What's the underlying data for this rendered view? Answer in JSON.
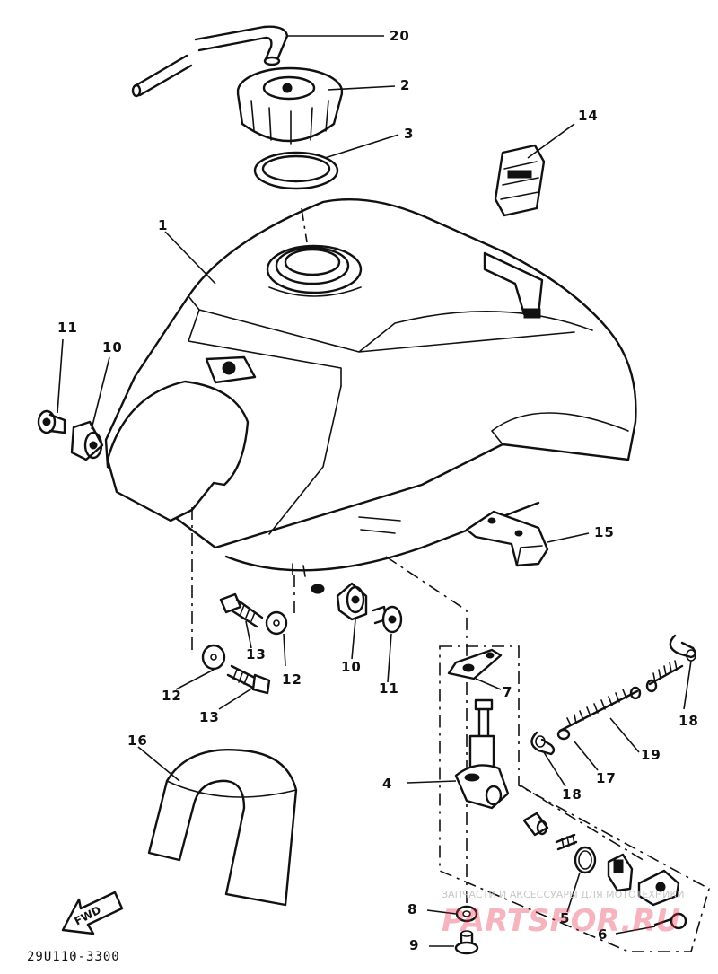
{
  "diagram": {
    "code": "29U110-3300",
    "fwd_label": "FWD",
    "watermark_text": "ЗАПЧАСТИ И АКСЕССУАРЫ ДЛЯ МОТОТЕХНИКИ",
    "watermark_logo": "PARTSFOR.RU",
    "callouts": [
      {
        "id": "c20",
        "label": "20"
      },
      {
        "id": "c2",
        "label": "2"
      },
      {
        "id": "c3",
        "label": "3"
      },
      {
        "id": "c14",
        "label": "14"
      },
      {
        "id": "c1",
        "label": "1"
      },
      {
        "id": "c11a",
        "label": "11"
      },
      {
        "id": "c10a",
        "label": "10"
      },
      {
        "id": "c15",
        "label": "15"
      },
      {
        "id": "c13a",
        "label": "13"
      },
      {
        "id": "c12a",
        "label": "12"
      },
      {
        "id": "c10b",
        "label": "10"
      },
      {
        "id": "c11b",
        "label": "11"
      },
      {
        "id": "c12b",
        "label": "12"
      },
      {
        "id": "c13b",
        "label": "13"
      },
      {
        "id": "c7",
        "label": "7"
      },
      {
        "id": "c18a",
        "label": "18"
      },
      {
        "id": "c16",
        "label": "16"
      },
      {
        "id": "c19",
        "label": "19"
      },
      {
        "id": "c4",
        "label": "4"
      },
      {
        "id": "c17",
        "label": "17"
      },
      {
        "id": "c18b",
        "label": "18"
      },
      {
        "id": "c8",
        "label": "8"
      },
      {
        "id": "c5",
        "label": "5"
      },
      {
        "id": "c6",
        "label": "6"
      },
      {
        "id": "c9",
        "label": "9"
      }
    ]
  }
}
